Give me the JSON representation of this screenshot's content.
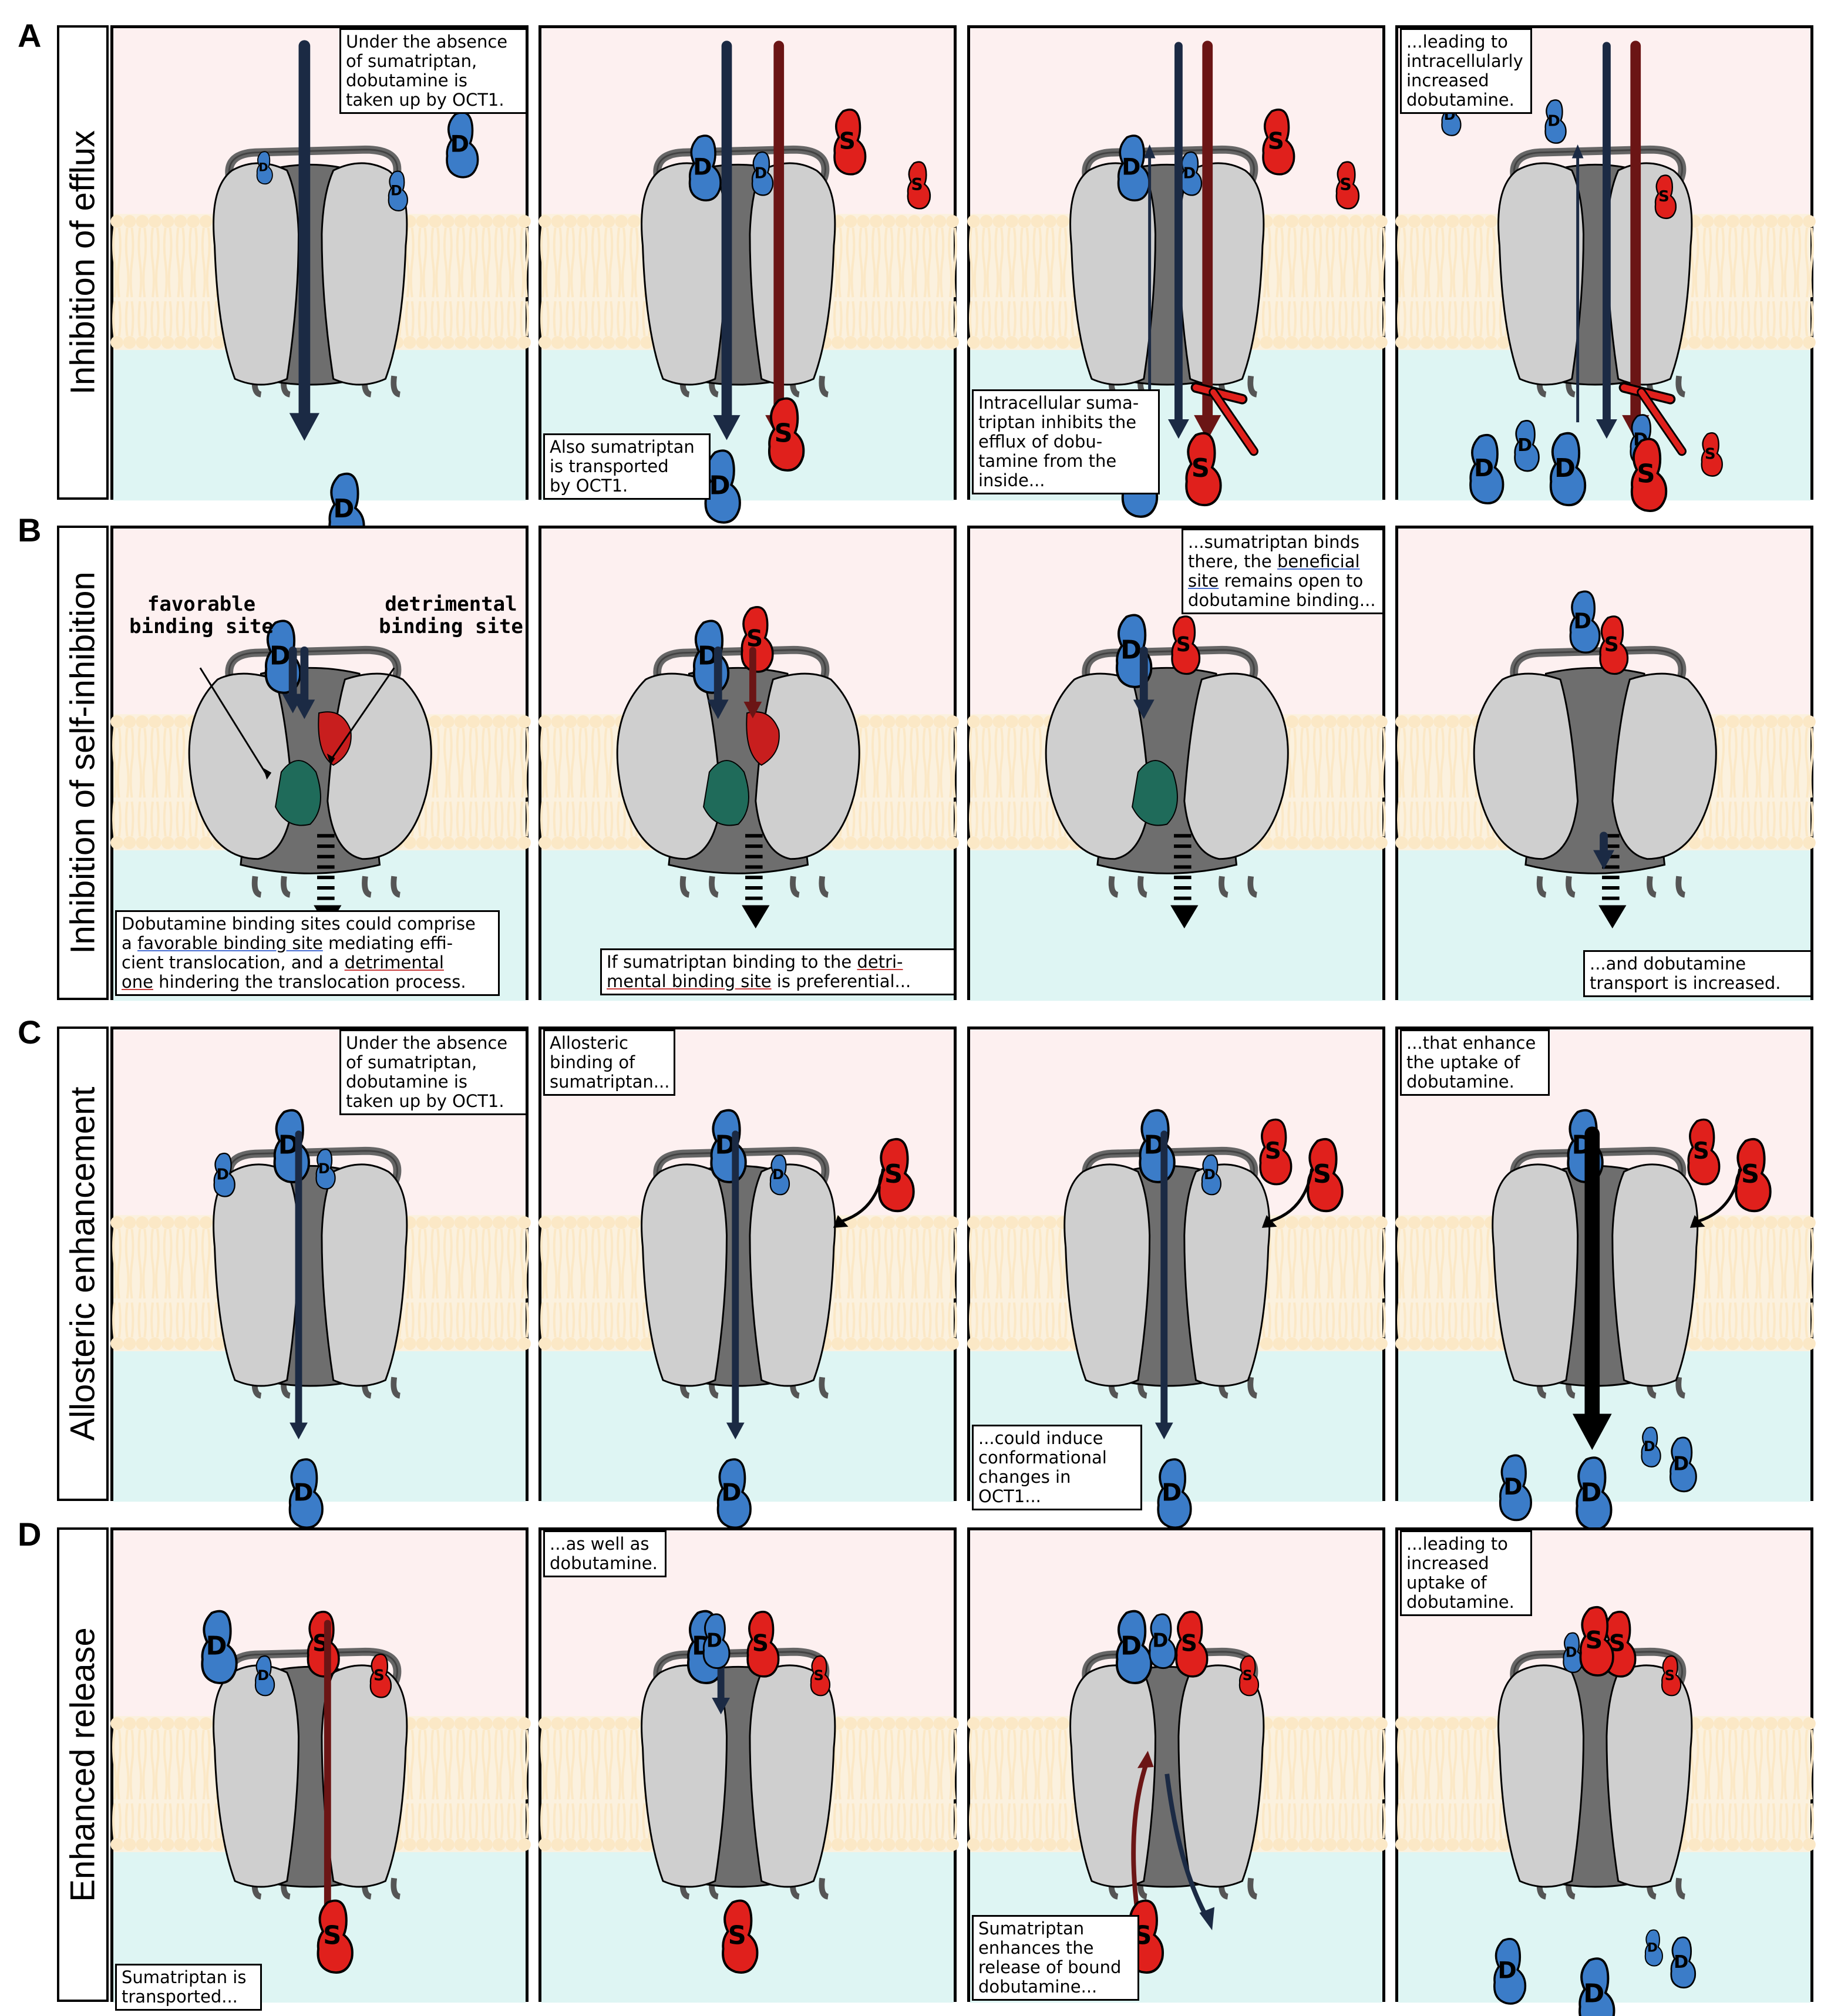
{
  "rows": [
    {
      "letter": "A",
      "label": "Inhibition of efflux"
    },
    {
      "letter": "B",
      "label": "Inhibition of self-inhibition"
    },
    {
      "letter": "C",
      "label": "Allosteric enhancement"
    },
    {
      "letter": "D",
      "label": "Enhanced release"
    }
  ],
  "molecules": {
    "dobutamine": "D",
    "sumatriptan": "S"
  },
  "colors": {
    "extracellular": "#fdf0f0",
    "intracellular": "#def5f3",
    "membrane": "#fbe8c6",
    "transporter_light": "#cfcfcf",
    "transporter_dark": "#6e6e6e",
    "dobutamine": "#3b7cc8",
    "sumatriptan": "#e0201c",
    "favorable_site": "#1f6b5a",
    "detrimental_site": "#c81e1e"
  },
  "captions": {
    "a1": "Under the absence\nof sumatriptan,\ndobutamine is\ntaken up by OCT1.",
    "a2": "Also sumatriptan\nis transported\nby OCT1.",
    "a3": "Intracellular suma-\ntriptan inhibits the\nefflux of dobu-\ntamine from the\ninside...",
    "a4": "...leading to\nintracellularly\nincreased\ndobutamine.",
    "b1": {
      "t1": "Dobutamine binding sites could comprise\na ",
      "u1": "favorable binding site",
      "t2": " mediating effi-\ncient translocation, and a ",
      "u2": "detrimental\none",
      "t3": " hindering the translocation process."
    },
    "b2": {
      "t1": "If sumatriptan binding to the ",
      "u1": "detri-\nmental binding site",
      "t2": " is preferential..."
    },
    "b3": {
      "t1": "...sumatriptan binds\nthere, the ",
      "u1": "beneficial\nsite",
      "t2": " remains open to\ndobutamine binding..."
    },
    "b4": "...and dobutamine\ntransport is increased.",
    "b_favorable_label": "favorable\nbinding site",
    "b_detrimental_label": "detrimental\nbinding site",
    "c1": "Under the absence\nof sumatriptan,\ndobutamine is\ntaken up by OCT1.",
    "c2": "Allosteric\nbinding of\nsumatriptan...",
    "c3": "...could induce\nconformational\nchanges in OCT1...",
    "c4": "...that enhance\nthe uptake of\ndobutamine.",
    "d1": "Sumatriptan is\ntransported...",
    "d2": "...as well as\ndobutamine.",
    "d3": "Sumatriptan\nenhances the\nrelease of bound\ndobutamine...",
    "d4": "...leading to\nincreased\nuptake of\ndobutamine."
  }
}
